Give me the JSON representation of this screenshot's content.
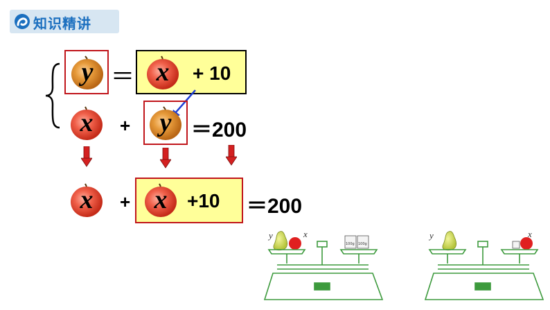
{
  "header": {
    "title": "知识精讲"
  },
  "equations": {
    "eq1": {
      "lhs_var": "y",
      "equals": "＝",
      "rhs_var": "x",
      "rhs_tail": "+ 10"
    },
    "eq2": {
      "var_x": "x",
      "plus": "+",
      "var_y": "y",
      "equals": "＝200"
    },
    "eq3": {
      "var_x": "x",
      "plus": "+",
      "var_x2": "x",
      "tail": "+10",
      "equals": "＝200"
    }
  },
  "scales": {
    "left": {
      "label_y": "y",
      "label_x": "x",
      "weight1": "100g",
      "weight2": "100g"
    },
    "right": {
      "label_y": "y",
      "label_x": "x"
    }
  },
  "colors": {
    "highlight": "#ffff99",
    "box_red": "#c0151b",
    "arrow_blue": "#1f3fd4",
    "arrow_red": "#d42020",
    "scale_green": "#3d9a3d",
    "header_blue": "#1b6fbf"
  }
}
